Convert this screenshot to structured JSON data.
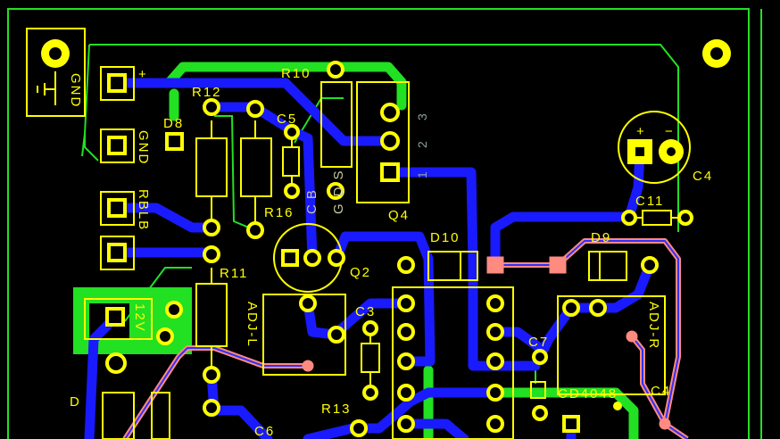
{
  "labels": {
    "r10": "R10",
    "d8": "D8",
    "c5": "C5",
    "r16": "R16",
    "r12": "R12",
    "q4": "Q4",
    "c4": "C4",
    "c11": "C11",
    "d10": "D10",
    "d9": "D9",
    "q2": "Q2",
    "r11": "R11",
    "adj_l": "ADJ-L",
    "c3": "C3",
    "c7": "C7",
    "adj_r": "ADJ-R",
    "cd4048": "CD4048",
    "r13": "R13",
    "c6": "C6",
    "d_bottom": "D",
    "gnd_top": "GND",
    "gnd": "GND",
    "plus": "+",
    "rbl": "RBLB",
    "v12": "12V",
    "gds": "GDS",
    "pin1": "1",
    "pin2": "2",
    "pin3": "3",
    "cb": "CB",
    "c4_plus": "+",
    "c4_minus": "−",
    "c4_label2": "C4"
  }
}
